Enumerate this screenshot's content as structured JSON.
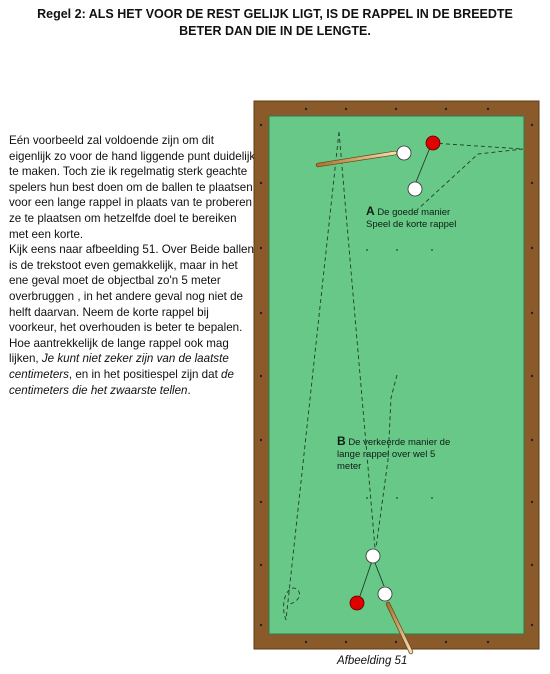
{
  "heading": {
    "line1": "Regel 2: ALS HET VOOR DE REST GELIJK LIGT, IS DE RAPPEL IN DE BREEDTE",
    "line2": "BETER DAN DIE IN DE LENGTE."
  },
  "body": {
    "p1": "Eén voorbeeld zal voldoende zijn om dit eigenlijk zo voor de hand liggende punt duidelijk te maken. Toch zie ik regelmatig sterk geachte spelers hun best doen om de ballen te plaatsen voor een lange rappel in plaats van te proberen ze te plaatsen om hetzelfde doel te bereiken met een korte.",
    "p2_part1": "Kijk eens naar afbeelding 51. Over Beide ballen is de trekstoot even gemakkelijk, maar in het ene geval moet de objectbal zo'n 5 meter overbruggen , in het andere geval nog niet de helft daarvan. Neem de korte rappel bij voorkeur, het overhouden is beter te bepalen. Hoe aantrekkelijk de lange rappel ook mag lijken, ",
    "p2_em1": "Je kunt niet zeker zijn van de laatste centimeters",
    "p2_part2": ", en in het positiespel zijn dat ",
    "p2_em2": "de centimeters die het zwaarste tellen",
    "p2_part3": "."
  },
  "figure": {
    "label_a_letter": "A",
    "label_a_line1": "De goede manier",
    "label_a_line2": "Speel de korte rappel",
    "label_b_letter": "B",
    "label_b_line1": "De verkeerde manier  de",
    "label_b_line2": "lange rappel over wel 5",
    "label_b_line3": "meter",
    "caption": "Afbeelding 51"
  },
  "colors": {
    "cloth": "#68c887",
    "rail": "#8b5a2b",
    "cue_ball": "#ffffff",
    "red_ball": "#e00000"
  }
}
